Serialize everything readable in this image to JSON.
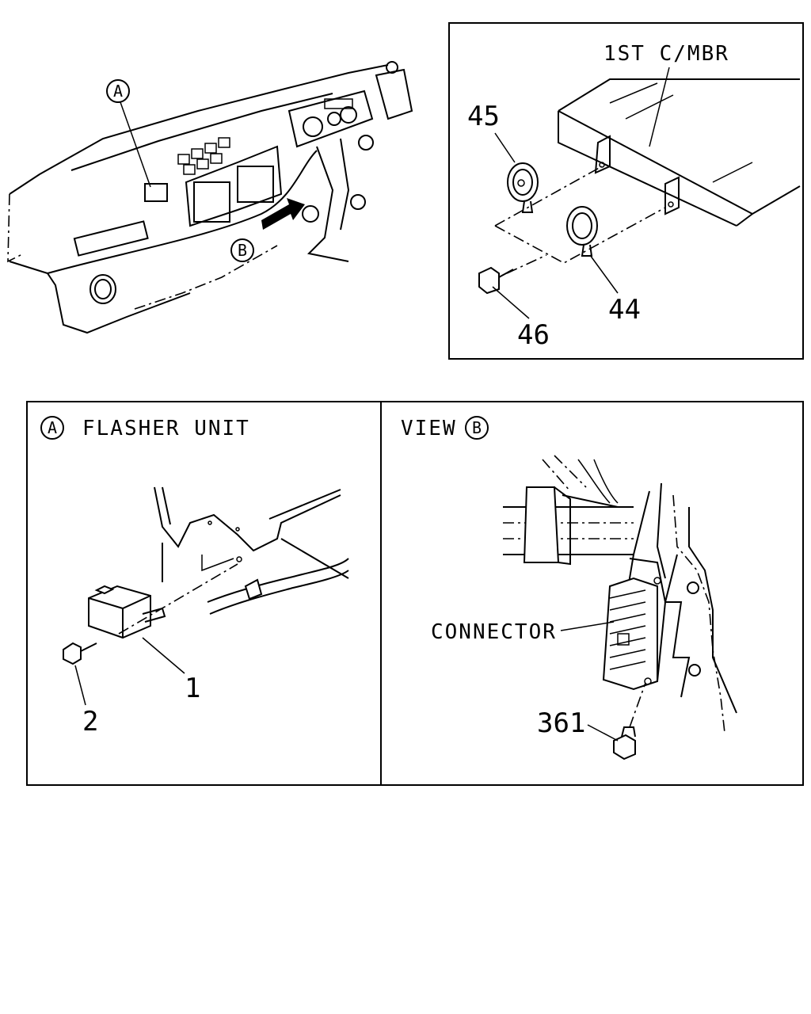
{
  "top_right_panel": {
    "member_label": "1ST C/MBR",
    "callouts": [
      "45",
      "44",
      "46"
    ]
  },
  "dashboard_view": {
    "marker_a": "A",
    "marker_b": "B"
  },
  "flasher_panel": {
    "marker": "A",
    "title": "FLASHER UNIT",
    "callouts": [
      "1",
      "2"
    ]
  },
  "view_b_panel": {
    "title": "VIEW",
    "marker": "B",
    "connector_label": "CONNECTOR",
    "callouts": [
      "361"
    ]
  }
}
